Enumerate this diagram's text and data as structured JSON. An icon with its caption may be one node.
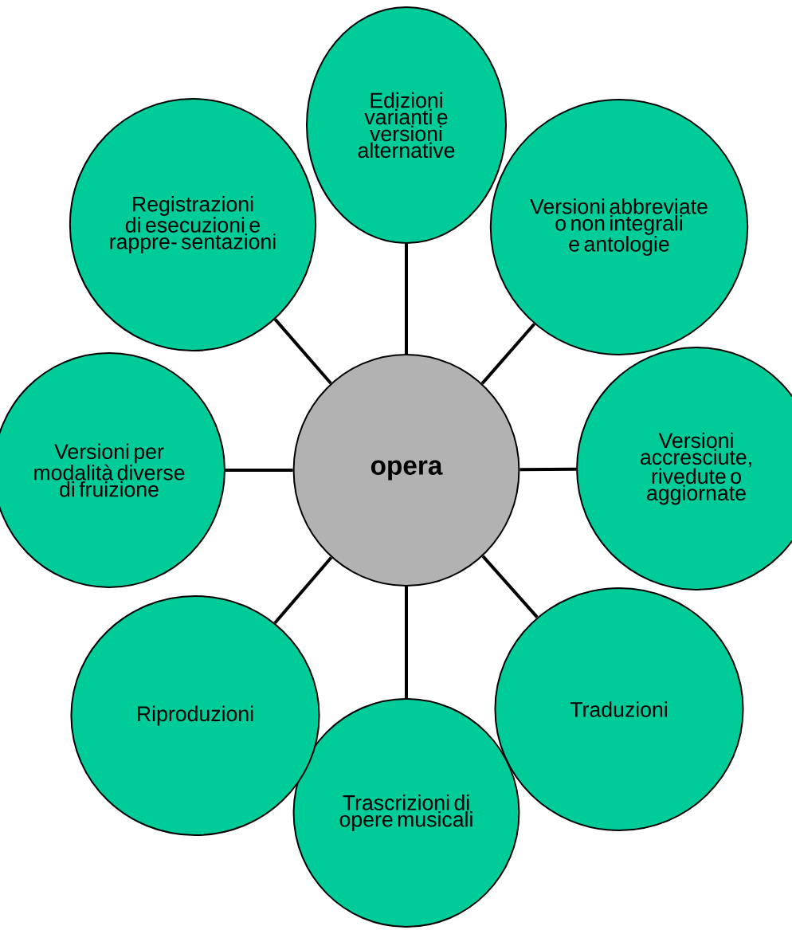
{
  "diagram": {
    "nodes": [
      {
        "text": [
          "opera"
        ]
      },
      {
        "text": [
          "Edizioni varianti e versioni alternative"
        ]
      },
      {
        "text": [
          "Versioni abbreviate o non integrali e antologie"
        ]
      },
      {
        "text": [
          "Versioni accresciute, rivedute o aggiornate"
        ]
      },
      {
        "text": [
          "Traduzioni"
        ]
      },
      {
        "text": [
          "Trascrizioni di opere musicali"
        ]
      },
      {
        "text": [
          "Riproduzioni"
        ]
      },
      {
        "text": [
          "Versioni per modalità diverse di fruizione"
        ]
      },
      {
        "text": [
          "Registrazioni di esecuzioni e rappre- sentazioni"
        ]
      }
    ],
    "edges": [
      {
        "from": 0,
        "to": 1,
        "arrow": "none"
      },
      {
        "from": 0,
        "to": 2,
        "arrow": "none"
      },
      {
        "from": 0,
        "to": 3,
        "arrow": "none"
      },
      {
        "from": 0,
        "to": 4,
        "arrow": "none"
      },
      {
        "from": 0,
        "to": 5,
        "arrow": "none"
      },
      {
        "from": 0,
        "to": 6,
        "arrow": "none"
      },
      {
        "from": 0,
        "to": 7,
        "arrow": "none"
      },
      {
        "from": 0,
        "to": 8,
        "arrow": "none"
      }
    ]
  }
}
